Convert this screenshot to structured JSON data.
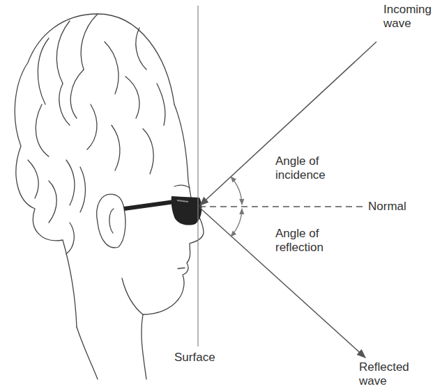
{
  "diagram": {
    "labels": [
      "Incoming wave",
      "Angle of incidence",
      "Normal",
      "Angle of reflection",
      "Surface",
      "Reflected wave"
    ]
  }
}
